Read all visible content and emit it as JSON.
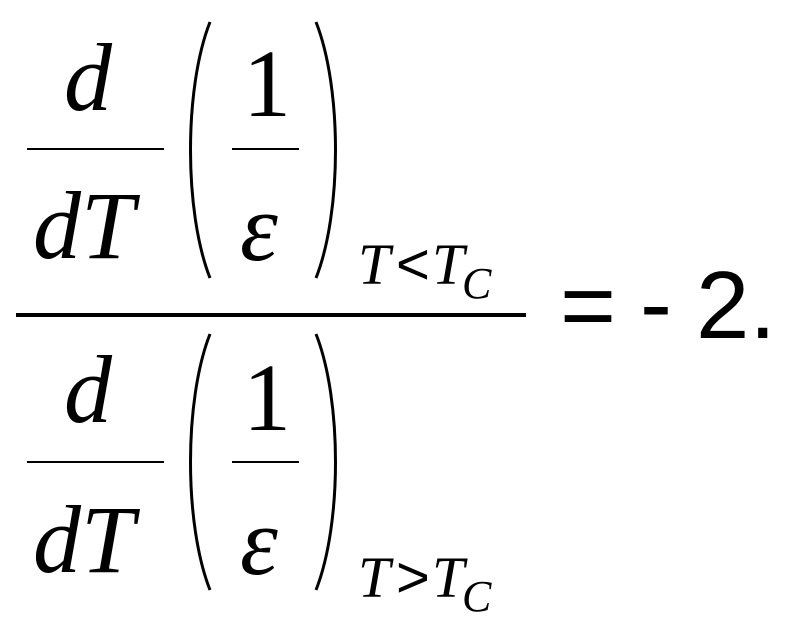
{
  "equation": {
    "numerator": {
      "deriv_top": "d",
      "deriv_bottom": "dT",
      "frac_top": "1",
      "frac_bottom": "ε",
      "cond_var": "T",
      "cond_op": "<",
      "cond_ref": "T",
      "cond_ref_sub": "C"
    },
    "denominator": {
      "deriv_top": "d",
      "deriv_bottom": "dT",
      "frac_top": "1",
      "frac_bottom": "ε",
      "cond_var": "T",
      "cond_op": ">",
      "cond_ref": "T",
      "cond_ref_sub": "C"
    },
    "equals": "=",
    "minus": "-",
    "result": "2."
  }
}
